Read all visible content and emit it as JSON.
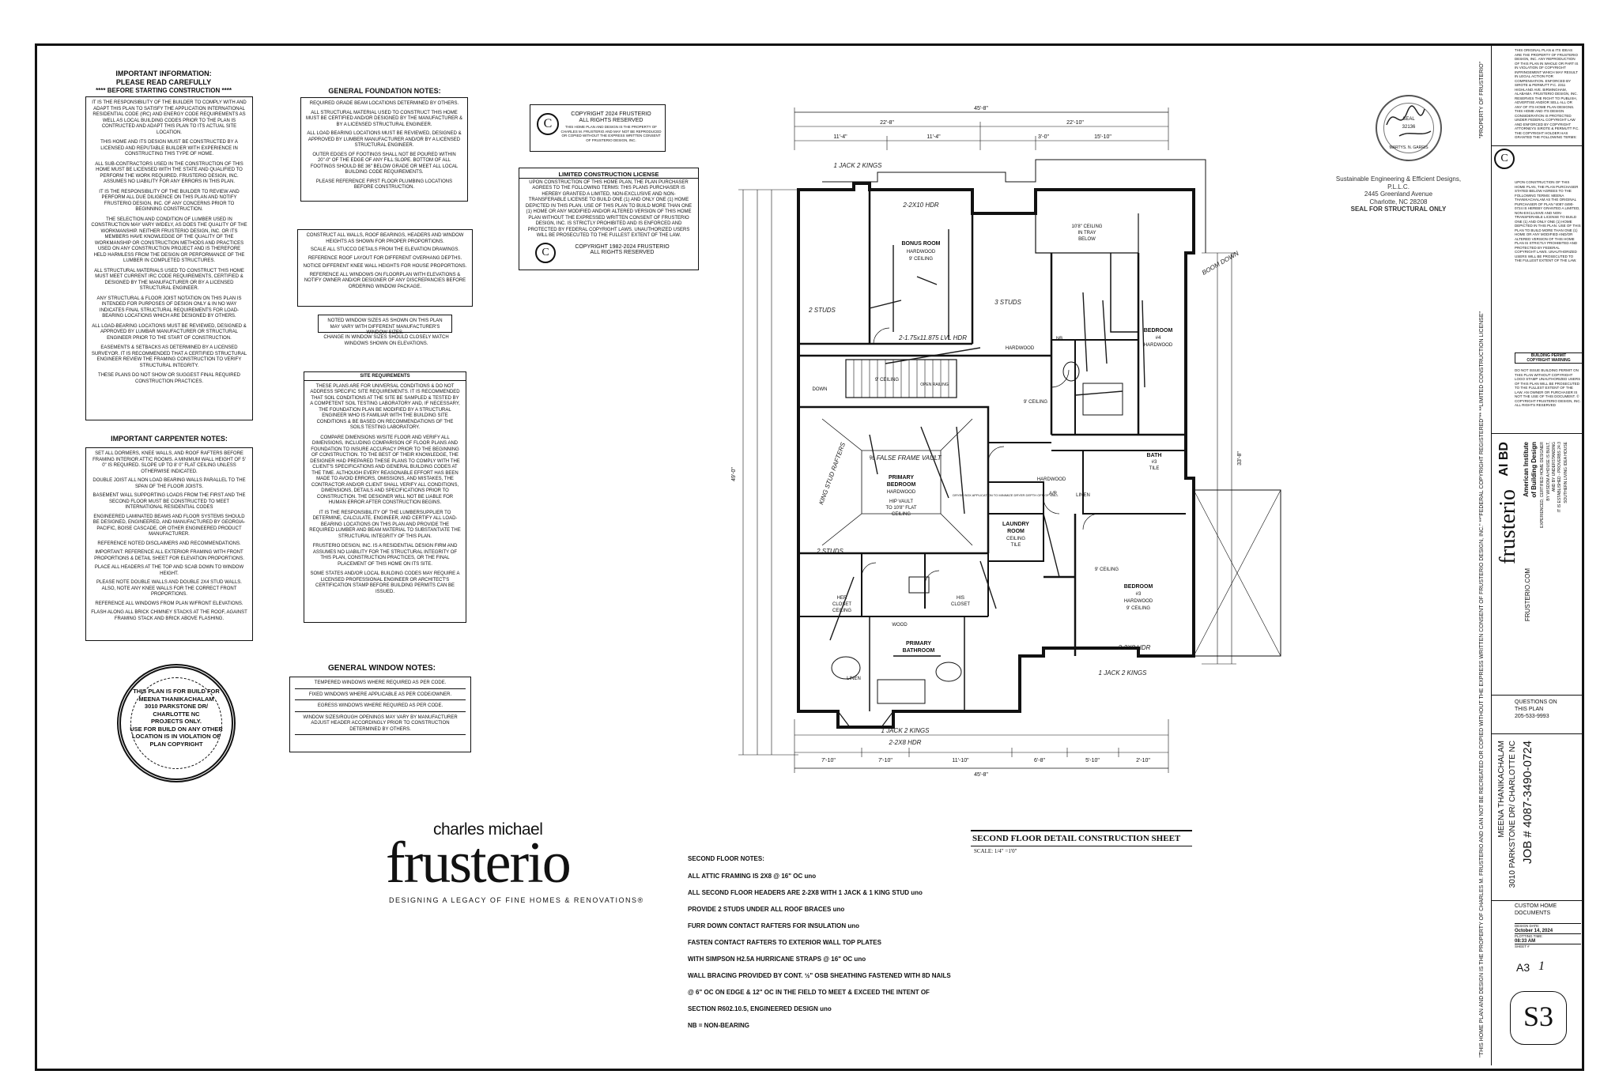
{
  "important_info": {
    "title_lines": [
      "IMPORTANT INFORMATION:",
      "PLEASE READ CAREFULLY",
      "**** BEFORE STARTING CONSTRUCTION ****"
    ],
    "paragraphs": [
      "IT IS THE RESPONSIBILITY OF THE BUILDER TO COMPLY WITH AND ADAPT THIS PLAN TO SATISFY THE APPLICATION INTERNATIONAL RESIDENTIAL CODE (IRC) AND ENERGY CODE REQUIREMENTS AS WELL AS LOCAL BUILDING CODES PRIOR TO THE PLAN IS CONTRUCTED AND ADAPT THIS PLAN TO ITS ACTUAL SITE LOCATION.",
      "THIS HOME AND ITS DESIGN MUST BE CONSTRUCTED BY A LICENSED AND REPUTABLE BUILDER WITH EXPERIENCE IN CONSTRUCTING THIS TYPE OF HOME.",
      "ALL SUB-CONTRACTORS USED IN THE CONSTRUCTION OF THIS HOME MUST BE LICENSED WITH THE STATE AND QUALIFIED TO PERFORM THE WORK REQUIRED. FRUSTERIO DESIGN, INC. ASSUMES NO LIABILITY FOR ANY ERRORS IN THIS PLAN.",
      "IT IS THE RESPONSIBILITY OF THE BUILDER TO REVIEW AND PERFORM ALL DUE DILIGENCE ON THIS PLAN AND NOTIFY FRUSTERIO DESIGN, INC. OF ANY CONCERNS PRIOR TO BEGINNING CONSTRUCTION.",
      "THE SELECTION AND CONDITION OF LUMBER USED IN CONSTRUCTION MAY VARY WIDELY, AS DOES THE QUALITY OF THE WORKMANSHIP. NEITHER FRUSTERIO DESIGN, INC. OR ITS MEMBERS HAVE KNOWLEDGE OF THE QUALITY OF THE WORKMANSHIP OR CONSTRUCTION METHODS AND PRACTICES USED ON ANY CONSTRUCTION PROJECT AND IS THEREFORE HELD HARMLESS FROM THE DESIGN OR PERFORMANCE OF THE LUMBER IN COMPLETED STRUCTURES.",
      "ALL STRUCTURAL MATERIALS USED TO CONSTRUCT THIS HOME MUST MEET CURRENT IRC CODE REQUIREMENTS, CERTIFIED & DESIGNED BY THE MANUFACTURER OR BY A LICENSED STRUCTURAL ENGINEER.",
      "ANY STRUCTURAL & FLOOR JOIST NOTATION ON THIS PLAN IS INTENDED FOR PURPOSES OF DESIGN ONLY & IN NO WAY INDICATES FINAL STRUCTURAL REQUIREMENTS FOR LOAD-BEARING LOCATIONS WHICH ARE DESIGNED BY OTHERS.",
      "ALL LOAD-BEARING LOCATIONS MUST BE REVIEWED, DESIGNED & APPROVED BY LUMBAR MANUFACTURER OR STRUCTURAL ENGINEER PRIOR TO THE START OF CONSTRUCTION.",
      "EASEMENTS & SETBACKS AS DETERMINED BY A LICENSED SURVEYOR. IT IS RECOMMENDED THAT A CERTIFIED STRUCTURAL ENGINEER REVIEW THE FRAMING CONSTRUCTION TO VERIFY STRUCTURAL INTEGRITY.",
      "THESE PLANS DO NOT SHOW OR SUGGEST FINAL REQUIRED CONSTRUCTION PRACTICES."
    ]
  },
  "carpenter_notes": {
    "title": "IMPORTANT CARPENTER NOTES:",
    "items": [
      "SET ALL DORMERS, KNEE WALLS, AND ROOF RAFTERS BEFORE FRAMING INTERIOR ATTIC ROOMS. A MINIMUM WALL HEIGHT OF 5' 0\" IS REQUIRED. SLOPE UP TO 8' 0\" FLAT CEILING UNLESS OTHERWISE INDICATED.",
      "DOUBLE JOIST ALL NON LOAD BEARING WALLS PARALLEL TO THE SPAN OF THE FLOOR JOISTS.",
      "BASEMENT WALL SUPPORTING LOADS FROM THE FIRST AND THE SECOND FLOOR MUST BE CONSTRUCTED TO MEET INTERNATIONAL RESIDENTIAL CODES",
      "ENGINEERED LAMINATED BEAMS AND FLOOR SYSTEMS SHOULD BE DESIGNED, ENGINEERED, AND MANUFACTURED BY GEORGIA-PACIFIC, BOISE CASCADE, OR OTHER ENGINEERED PRODUCT MANUFACTURER.",
      "REFERENCE NOTED DISCLAIMERS AND RECOMMENDATIONS.",
      "IMPORTANT: REFERENCE ALL EXTERIOR FRAMING WITH FRONT PROPORTIONS & DETAIL SHEET FOR ELEVATION PROPORTIONS.",
      "PLACE ALL HEADERS AT THE TOP AND SCAB DOWN TO WINDOW HEIGHT.",
      "PLEASE NOTE DOUBLE WALLS AND DOUBLE 2X4 STUD WALLS. ALSO, NOTE ANY KNEE WALLS FOR THE CORRECT FRONT PROPORTIONS.",
      "REFERENCE ALL WINDOWS FROM PLAN W/FRONT ELEVATIONS.",
      "FLASH ALONG ALL BRICK CHIMNEY STACKS AT THE ROOF, AGAINST FRAMING STACK AND BRICK ABOVE FLASHING."
    ]
  },
  "build_seal": {
    "lines": [
      "THIS PLAN IS FOR BUILD FOR",
      "MEENA THANIKACHALAM",
      "3010 PARKSTONE DR/",
      "CHARLOTTE NC",
      "PROJECTS ONLY.",
      "USE FOR BUILD ON ANY OTHER",
      "LOCATION IS IN VIOLATION OF",
      "PLAN COPYRIGHT"
    ]
  },
  "foundation_notes": {
    "title": "GENERAL FOUNDATION NOTES:",
    "items": [
      "REQUIRED GRADE BEAM LOCATIONS DETERMINED BY OTHERS.",
      "ALL STRUCTURAL MATERIAL USED TO CONSTRUCT THIS HOME MUST BE CERTIFIED AND/OR DESIGNED BY THE MANUFACTURER & BY A LICENSED STRUCTURAL ENGINEER.",
      "ALL LOAD BEARING LOCATIONS MUST BE REVIEWED, DESIGNED & APPROVED BY LUMBER MANUFACTURER AND/OR BY A LICENSED STRUCTURAL ENGINEER.",
      "OUTER EDGES OF FOOTINGS SHALL NOT BE POURED WITHIN 20\"-0\" OF THE EDGE OF ANY FILL SLOPE. BOTTOM OF ALL FOOTINGS SHOULD BE 36\" BELOW GRADE OR MEET ALL LOCAL BUILDING CODE REQUIREMENTS.",
      "PLEASE REFERENCE FIRST FLOOR PLUMBING LOCATIONS BEFORE CONSTRUCTION."
    ],
    "framing_items": [
      "CONSTRUCT ALL WALLS, ROOF BEARINGS, HEADERS AND WINDOW HEIGHTS AS SHOWN FOR PROPER PROPORTIONS.",
      "SCALE ALL STUCCO DETAILS FROM THE ELEVATION DRAWINGS.",
      "REFERENCE ROOF LAYOUT FOR DIFFERENT OVERHANG DEPTHS.",
      "NOTICE DIFFERENT KNEE WALL HEIGHTS FOR HOUSE PROPORTIONS.",
      "REFERENCE ALL WINDOWS ON FLOORPLAN WITH ELEVATIONS & NOTIFY OWNER AND/OR DESIGNER OF ANY DISCREPANCIES BEFORE ORDERING WINDOW PACKAGE."
    ],
    "window_size_note": "NOTED WINDOW SIZES AS SHOWN ON THIS PLAN MAY VARY WITH DIFFERENT MANUFACTURER'S WINDOW SIZES.",
    "window_change_note": "CHANGE IN WINDOW SIZES SHOULD CLOSELY MATCH WINDOWS SHOWN ON ELEVATIONS."
  },
  "site_requirements": {
    "title": "SITE REQUIREMENTS",
    "paragraphs": [
      "THESE PLANS ARE FOR UNIVERSAL CONDITIONS & DO NOT ADDRESS SPECIFIC SITE REQUIREMENTS. IT IS RECOMMENDED THAT SOIL CONDITIONS AT THE SITE BE SAMPLED & TESTED BY A COMPETENT SOIL TESTING LABORATORY AND, IF NECESSARY, THE FOUNDATION PLAN BE MODIFIED BY A STRUCTURAL ENGINEER WHO IS FAMILIAR WITH THE BUILDING SITE CONDITIONS & BE BASED ON RECOMMENDATIONS OF THE SOILS TESTING LABORATORY.",
      "COMPARE DIMENSIONS W/SITE FLOOR AND VERIFY ALL DIMENSIONS, INCLUDING COMPARISON OF FLOOR PLANS AND FOUNDATION TO INSURE ACCURACY PRIOR TO THE BEGINNING OF CONSTRUCTION. TO THE BEST OF THEIR KNOWLEDGE, THE DESIGNER HAD PREPARED THESE PLANS TO COMPLY WITH THE CLIENT'S SPECIFICATIONS AND GENERAL BUILDING CODES AT THE TIME. ALTHOUGH EVERY REASONABLE EFFORT HAS BEEN MADE TO AVOID ERRORS, OMISSIONS, AND MISTAKES, THE CONTRACTOR AND/OR CLIENT SHALL VERIFY ALL CONDITIONS, DIMENSIONS, DETAILS AND SPECIFICATIONS PRIOR TO CONSTRUCTION. THE DESIGNER WILL NOT BE LIABLE FOR HUMAN ERROR AFTER CONSTRUCTION BEGINS.",
      "IT IS THE RESPONSIBILITY OF THE LUMBERSUPPLIER TO DETERMINE, CALCULATE, ENGINEER, AND CERTIFY ALL LOAD-BEARING LOCATIONS ON THIS PLAN AND PROVIDE THE REQUIRED LUMBER AND BEAM MATERIAL TO SUBSTANTIATE THE STRUCTURAL INTEGRITY OF THIS PLAN.",
      "FRUSTERIO DESIGN, INC. IS A RESIDENTIAL DESIGN FIRM AND ASSUMES NO LIABILITY FOR THE STRUCTURAL INTEGRITY OF THIS PLAN, CONSTRUCTION PRACTICES, OR THE FINAL PLACEMENT OF THIS HOME ON ITS SITE.",
      "SOME STATES AND/OR LOCAL BUILDING CODES MAY REQUIRE A LICENSED PROFESSIONAL ENGINEER OR ARCHITECT'S CERTIFICATION STAMP BEFORE BUILDING PERMITS CAN BE ISSUED."
    ]
  },
  "window_notes": {
    "title": "GENERAL WINDOW NOTES:",
    "items": [
      "TEMPERED WINDOWS WHERE REQUIRED AS PER CODE.",
      "FIXED WINDOWS WHERE APPLICABLE AS PER CODE/OWNER.",
      "EGRESS WINDOWS WHERE REQUIRED AS PER CODE.",
      "WINDOW SIZES/ROUGH OPENINGS MAY VARY BY MANUFACTURER ADJUST HEADER ACCORDINGLY PRIOR TO CONSTRUCTION DETERMINED BY OTHERS."
    ]
  },
  "copyright_box": {
    "symbol": "C",
    "lines": [
      "COPYRIGHT 2024 FRUSTERIO",
      "ALL RIGHTS RESERVED"
    ],
    "fine": "THIS HOME PLAN AND DESIGN IS THE PROPERTY OF CHARLES M. FRUSTERIO AND MAY NOT BE REPRODUCED OR COPIED WITHOUT THE EXPRESS WRITTEN CONSENT OF FRUSTERIO DESIGN, INC."
  },
  "license_box": {
    "title": "LIMITED CONSTRUCTION LICENSE",
    "body": "UPON CONSTRUCTION OF THIS HOME PLAN, THE PLAN PURCHASER AGREES TO THE FOLLOWING TERMS: THIS PLANS PURCHASER IS HEREBY GRANTED A LIMITED, NON-EXCLUSIVE AND NON-TRANSFERABLE LICENSE TO BUILD ONE (1) AND ONLY ONE (1) HOME DEPICTED IN THIS PLAN. USE OF THIS PLAN TO BUILD MORE THAN ONE (1) HOME OR ANY MODIFIED AND/OR ALTERED VERSION OF THIS HOME PLAN WITHOUT THE EXPRESSED WRITTEN CONSENT OF FRUSTERIO DESIGN, INC. IS STRICTLY PROHIBITED AND IS ENFORCED AND PROTECTED BY FEDERAL COPYRIGHT LAWS. UNAUTHORIZED USERS WILL BE PROSECUTED TO THE FULLEST EXTENT OF THE LAW.",
    "symbol": "C",
    "copyright_lines": [
      "COPYRIGHT 1982-2024 FRUSTERIO",
      "ALL RIGHTS RESERVED"
    ]
  },
  "engineer": {
    "lines": [
      "Sustainable Engineering & Efficient Designs,",
      "P.L.L.C.",
      "2445 Greenland Avenue",
      "Charlotte, NC 28208",
      "SEAL FOR STRUCTURAL ONLY"
    ],
    "seal_lines": [
      "SEAL",
      "32136",
      "MARTYS. N. GARRIS"
    ]
  },
  "plan": {
    "dims": {
      "overall_top": "45'-8\"",
      "top_left": "22'-8\"",
      "top_right": "22'-10\"",
      "top_sub_1": "11'-4\"",
      "top_sub_2": "11'-4\"",
      "top_sub_3": "3'-0\"",
      "top_sub_4": "15'-10\"",
      "overall_bottom": "45'-8\"",
      "bottom_1": "7'-10\"",
      "bottom_2": "7'-10\"",
      "bottom_3": "11'-10\"",
      "bottom_4": "6'-8\"",
      "bottom_5": "5'-10\"",
      "bottom_6": "2'-10\"",
      "left_overall": "49'-0\"",
      "right_overall": "33'-8\""
    },
    "rooms": {
      "bonus": [
        "BONUS ROOM",
        "HARDWOOD",
        "9' CEILING"
      ],
      "tray": [
        "10'8\" CEILING",
        "IN TRAY",
        "BELOW"
      ],
      "bed4": [
        "BEDROOM",
        "#4",
        "HARDWOOD"
      ],
      "primary_bed": [
        "PRIMARY",
        "BEDROOM",
        "HARDWOOD"
      ],
      "primary_vault": [
        "HIP VAULT",
        "TO 10'8\" FLAT",
        "CEILING"
      ],
      "bath3": [
        "BATH",
        "#3",
        "TILE"
      ],
      "laundry": [
        "LAUNDRY",
        "ROOM",
        "CEILING",
        "TILE"
      ],
      "bed3": [
        "BEDROOM",
        "#3",
        "HARDWOOD",
        "9' CEILING"
      ],
      "her_closet": [
        "HER",
        "CLOSET",
        "CEILING"
      ],
      "his_closet": [
        "HIS",
        "CLOSET"
      ],
      "primary_bath": [
        "PRIMARY",
        "BATHROOM"
      ],
      "hall_hardwood": "HARDWOOD",
      "hall_hardwood_2": "HARDWOOD",
      "ceiling_9": "9' CEILING",
      "ceiling_9_b": "9' CEILING",
      "ceiling_9_c": "9' CEILING",
      "open_railing": "OPEN RAILING",
      "down": "DOWN",
      "linen": "LINEN",
      "linen_2": "LINEN",
      "ac": "A/R",
      "wood": "WOOD",
      "dryer_note": "DRYER BOX APPLICATION TO MINIMIZE DRYER DEPTH OFF OF WALL",
      "nb": "NB"
    },
    "handwritten": {
      "top_headers": "1 JACK 2 KINGS",
      "bonus_hdr": "2-2X10 HDR",
      "stair_hdr": "2-1.75x11.875 LVL HDR",
      "primary_rafters": "KING STUD RAFTERS",
      "primary_frame": "% FALSE FRAME VAULT",
      "bed3_hdr": "2-2X8 HDR",
      "bed3_kings": "1 JACK 2 KINGS",
      "bath_hdr": "2-2X8 HDR",
      "bath_kings": "1 JACK 2 KINGS",
      "boom": "BOOM DOWN",
      "studs_a": "2 STUDS",
      "studs_b": "3 STUDS",
      "studs_c": "2 STUDS"
    }
  },
  "logo": {
    "small": "charles michael",
    "main": "frusterio",
    "tagline": "DESIGNING A LEGACY OF FINE HOMES & RENOVATIONS®"
  },
  "sheet_title": {
    "title": "SECOND FLOOR DETAIL CONSTRUCTION SHEET",
    "scale": "SCALE: 1/4\" =1'0\""
  },
  "second_floor_notes": {
    "title": "SECOND FLOOR NOTES:",
    "items": [
      "ALL ATTIC FRAMING IS 2X8 @ 16\" OC uno",
      "ALL SECOND FLOOR HEADERS ARE 2-2X8 WITH 1 JACK & 1 KING STUD uno",
      "PROVIDE 2 STUDS UNDER ALL ROOF BRACES uno",
      "FURR DOWN CONTACT RAFTERS FOR INSULATION uno",
      "FASTEN CONTACT RAFTERS TO EXTERIOR WALL TOP PLATES",
      "WITH SIMPSON H2.5A HURRICANE STRAPS @ 16\" OC uno",
      "WALL BRACING PROVIDED BY CONT. ½\" OSB SHEATHING FASTENED WITH 8D NAILS",
      "@ 6\" OC ON EDGE & 12\" OC IN THE FIELD TO MEET & EXCEED THE INTENT OF",
      "SECTION R602.10.5, ENGINEERED DESIGN uno",
      "NB = NON-BEARING"
    ]
  },
  "side_strip": {
    "main_notice": "\"THIS HOME PLAN AND DESIGN IS THE PROPERTY OF CHARLES M. FRUSTERIO AND CAN NOT BE RECREATED OR COPIED WITHOUT THE EXPRESS WRITTEN CONSENT OF FRUSTERIO DESIGN, INC.\" **\"FEDERAL COPYRIGHT REGISTERED\"** **LIMITED CONSTRUCTION LICENSE\"",
    "property": "\"PROPERTY OF FRUSTERIO\""
  },
  "title_block": {
    "copyright_text": "THIS ORIGINAL PLAN & ITS IDEAS ARE THE PROPERTY OF FRUSTERIO DESIGN, INC. ANY REPRODUCTION OF THIS PLAN IN WHOLE OR PART IS IN VIOLATION OF COPYRIGHT INFRINGEMENT WHICH MAY RESULT IN LEGAL ACTION FOR COMPENSATION. ENFORCED BY SIROTE & PERMUTT P.C. 2311 HIGHLAND AVE. BIRMINGHAM, ALABAMA. FRUSTERIO DESIGN, INC. RESERVES THE RIGHT TO PUBLISH, ADVERTISE AND/OR SELL ALL OR ANY OF ITS HOME PLAN DESIGNS. THIS HOME AND ITS DESIGN CONSIDERATION IS PROTECTED UNDER FEDERAL COPYRIGHT LAW AND ENFORCED BY COPYRIGHT ATTORNEYS SIROTE & PERMUTT P.C. THE COPYRIGHT HOLDER HAS GRANTED THE FOLLOWING TERMS:",
    "symbol": "C",
    "license_text": "UPON CONSTRUCTION OF THIS HOME PLAN, THE PLAN PURCHASER STATED BELOW AGREES TO THE FOLLOWING TERMS: MEENA THANIKACHALAM AS THE ORIGINAL PURCHASER OF PLAN *4087-3490-0724 IS HEREBY GRANTED A LIMITED, NON-EXCLUSIVE AND NON-TRANSFERABLE LICENSE TO BUILD ONE (1) AND ONLY ONE (1) HOME DEPICTED IN THIS PLAN. USE OF THIS PLAN TO BUILD MORE THAN ONE (1) HOME OR ANY MODIFIED AND/OR ALTERED VERSION OF THIS HOME PLAN IS STRICTLY PROHIBITED AND PROTECTED BY FEDERAL COPYRIGHT LAWS. UNAUTHORIZED USERS WILL BE PROSECUTED TO THE FULLEST EXTENT OF THE LAW.",
    "permit_box": [
      "BUILDING PERMIT",
      "COPYRIGHT WARNING"
    ],
    "permit_text": "DO NOT ISSUE BUILDING PERMIT ON THIS PLAN WITHOUT COPYRIGHT LOGO STAMP UNAUTHORIZED USERS OF THIS PLAN WILL BE PROSECUTED TO THE FULLEST EXTENT OF THE LAW. AN OWNER OR PURCHASER IS NOT THE USE OF THIS DOCUMENT. © COPYRIGHT FRUSTERIO DESIGN, INC. ALL RIGHTS RESERVED",
    "frusterio_word": "frusterio",
    "aibd_mark": "AI BD",
    "aibd_name": [
      "American Institute",
      "of Building Design"
    ],
    "web": "FRUSTERIO.COM",
    "tagline_lines": [
      "EXPERIENCED, CERTIFIED HOME DESIGNER",
      "BY WISDOM A HOUSE IS BUILT,",
      "AND BY UNDERSTANDING",
      "IT IS ESTABLISHED - PROVERBS 24:3",
      "SOUTHERN LIVING IDEA HOUSE"
    ],
    "questions": [
      "QUESTIONS ON",
      "THIS PLAN",
      "205-533-9993"
    ],
    "client_name": "MEENA THANIKACHALAM",
    "client_address": "3010 PARKSTONE DR/ CHARLOTTE NC",
    "job": "JOB # 4087-3490-0724",
    "doc_lines": [
      "CUSTOM HOME",
      "DOCUMENTS"
    ],
    "design_date_label": "DESIGN DATE:",
    "design_date": "October 14, 2024",
    "plotting_label": "PLOTTING TIME:",
    "plotting_time": "08:33 AM",
    "sheet_label": "SHEET #",
    "sheet_no": "A3",
    "sheet_hand": "1",
    "s3": "S3"
  }
}
